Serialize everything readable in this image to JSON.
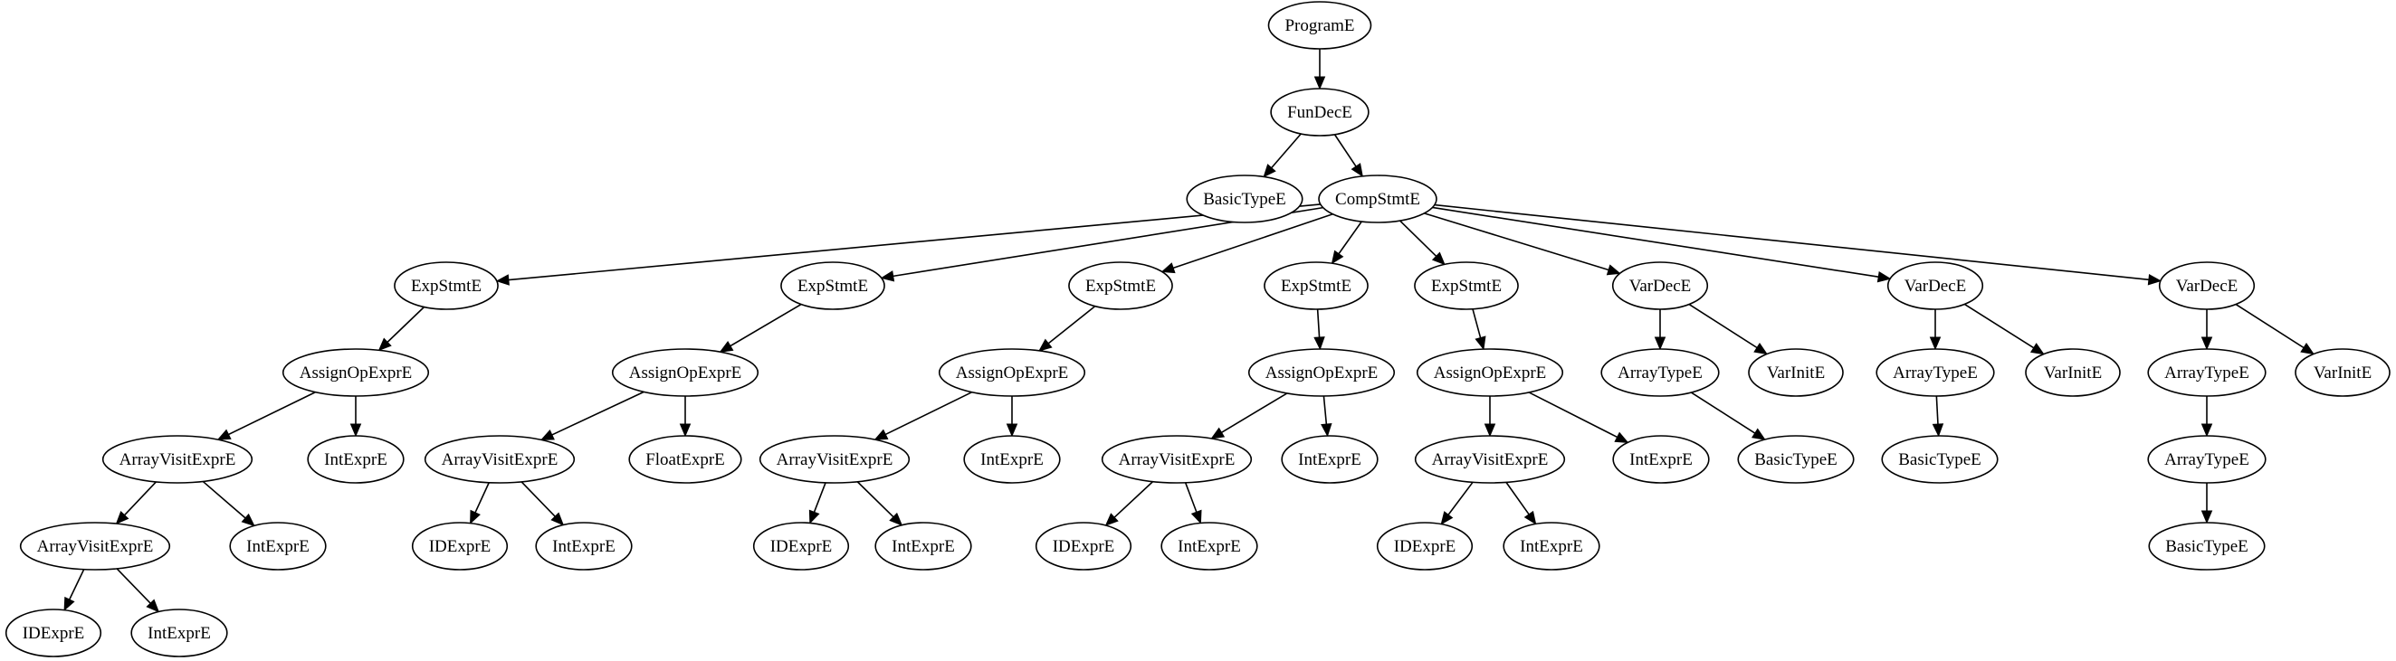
{
  "tree": {
    "nodes": [
      {
        "id": "program",
        "label": "ProgramE"
      },
      {
        "id": "fundec",
        "label": "FunDecE"
      },
      {
        "id": "basictype_fn",
        "label": "BasicTypeE"
      },
      {
        "id": "compstmt",
        "label": "CompStmtE"
      },
      {
        "id": "exp1",
        "label": "ExpStmtE"
      },
      {
        "id": "exp2",
        "label": "ExpStmtE"
      },
      {
        "id": "exp3",
        "label": "ExpStmtE"
      },
      {
        "id": "exp4",
        "label": "ExpStmtE"
      },
      {
        "id": "exp5",
        "label": "ExpStmtE"
      },
      {
        "id": "vardec1",
        "label": "VarDecE"
      },
      {
        "id": "vardec2",
        "label": "VarDecE"
      },
      {
        "id": "vardec3",
        "label": "VarDecE"
      },
      {
        "id": "assign1",
        "label": "AssignOpExprE"
      },
      {
        "id": "assign2",
        "label": "AssignOpExprE"
      },
      {
        "id": "assign3",
        "label": "AssignOpExprE"
      },
      {
        "id": "assign4",
        "label": "AssignOpExprE"
      },
      {
        "id": "assign5",
        "label": "AssignOpExprE"
      },
      {
        "id": "arrtype1",
        "label": "ArrayTypeE"
      },
      {
        "id": "varinit1",
        "label": "VarInitE"
      },
      {
        "id": "arrtype2",
        "label": "ArrayTypeE"
      },
      {
        "id": "varinit2",
        "label": "VarInitE"
      },
      {
        "id": "arrtype3",
        "label": "ArrayTypeE"
      },
      {
        "id": "varinit3",
        "label": "VarInitE"
      },
      {
        "id": "av1",
        "label": "ArrayVisitExprE"
      },
      {
        "id": "int_a1",
        "label": "IntExprE"
      },
      {
        "id": "av2",
        "label": "ArrayVisitExprE"
      },
      {
        "id": "float_a2",
        "label": "FloatExprE"
      },
      {
        "id": "av3",
        "label": "ArrayVisitExprE"
      },
      {
        "id": "int_a3",
        "label": "IntExprE"
      },
      {
        "id": "av4",
        "label": "ArrayVisitExprE"
      },
      {
        "id": "int_a4",
        "label": "IntExprE"
      },
      {
        "id": "av5",
        "label": "ArrayVisitExprE"
      },
      {
        "id": "int_a5",
        "label": "IntExprE"
      },
      {
        "id": "basictype_at1",
        "label": "BasicTypeE"
      },
      {
        "id": "basictype_at2",
        "label": "BasicTypeE"
      },
      {
        "id": "arrtype3b",
        "label": "ArrayTypeE"
      },
      {
        "id": "av1b",
        "label": "ArrayVisitExprE"
      },
      {
        "id": "int_av1",
        "label": "IntExprE"
      },
      {
        "id": "id_av2",
        "label": "IDExprE"
      },
      {
        "id": "int_av2",
        "label": "IntExprE"
      },
      {
        "id": "id_av3",
        "label": "IDExprE"
      },
      {
        "id": "int_av3",
        "label": "IntExprE"
      },
      {
        "id": "id_av4",
        "label": "IDExprE"
      },
      {
        "id": "int_av4",
        "label": "IntExprE"
      },
      {
        "id": "id_av5",
        "label": "IDExprE"
      },
      {
        "id": "int_av5",
        "label": "IntExprE"
      },
      {
        "id": "basictype_at3b",
        "label": "BasicTypeE"
      },
      {
        "id": "id_av1b",
        "label": "IDExprE"
      },
      {
        "id": "int_av1b",
        "label": "IntExprE"
      }
    ],
    "edges": [
      [
        "program",
        "fundec"
      ],
      [
        "fundec",
        "basictype_fn"
      ],
      [
        "fundec",
        "compstmt"
      ],
      [
        "compstmt",
        "exp1"
      ],
      [
        "compstmt",
        "exp2"
      ],
      [
        "compstmt",
        "exp3"
      ],
      [
        "compstmt",
        "exp4"
      ],
      [
        "compstmt",
        "exp5"
      ],
      [
        "compstmt",
        "vardec1"
      ],
      [
        "compstmt",
        "vardec2"
      ],
      [
        "compstmt",
        "vardec3"
      ],
      [
        "exp1",
        "assign1"
      ],
      [
        "exp2",
        "assign2"
      ],
      [
        "exp3",
        "assign3"
      ],
      [
        "exp4",
        "assign4"
      ],
      [
        "exp5",
        "assign5"
      ],
      [
        "vardec1",
        "arrtype1"
      ],
      [
        "vardec1",
        "varinit1"
      ],
      [
        "vardec2",
        "arrtype2"
      ],
      [
        "vardec2",
        "varinit2"
      ],
      [
        "vardec3",
        "arrtype3"
      ],
      [
        "vardec3",
        "varinit3"
      ],
      [
        "assign1",
        "av1"
      ],
      [
        "assign1",
        "int_a1"
      ],
      [
        "assign2",
        "av2"
      ],
      [
        "assign2",
        "float_a2"
      ],
      [
        "assign3",
        "av3"
      ],
      [
        "assign3",
        "int_a3"
      ],
      [
        "assign4",
        "av4"
      ],
      [
        "assign4",
        "int_a4"
      ],
      [
        "assign5",
        "av5"
      ],
      [
        "assign5",
        "int_a5"
      ],
      [
        "arrtype1",
        "basictype_at1"
      ],
      [
        "arrtype2",
        "basictype_at2"
      ],
      [
        "arrtype3",
        "arrtype3b"
      ],
      [
        "av1",
        "av1b"
      ],
      [
        "av1",
        "int_av1"
      ],
      [
        "av2",
        "id_av2"
      ],
      [
        "av2",
        "int_av2"
      ],
      [
        "av3",
        "id_av3"
      ],
      [
        "av3",
        "int_av3"
      ],
      [
        "av4",
        "id_av4"
      ],
      [
        "av4",
        "int_av4"
      ],
      [
        "av5",
        "id_av5"
      ],
      [
        "av5",
        "int_av5"
      ],
      [
        "arrtype3b",
        "basictype_at3b"
      ],
      [
        "av1b",
        "id_av1b"
      ],
      [
        "av1b",
        "int_av1b"
      ]
    ]
  }
}
